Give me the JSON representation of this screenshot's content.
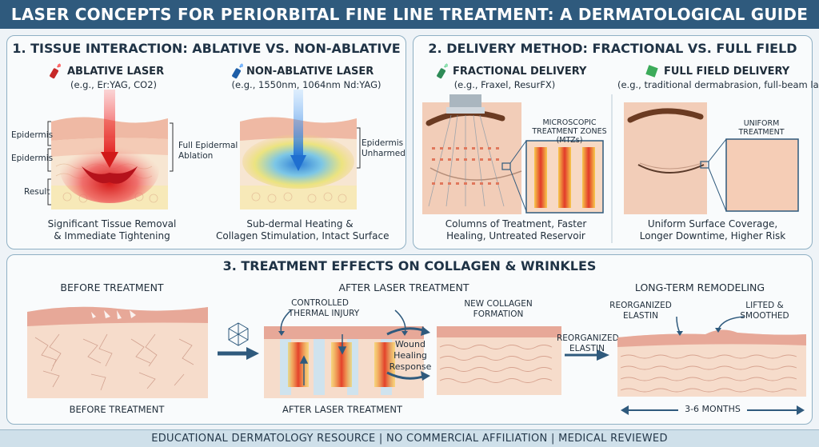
{
  "title": "LASER CONCEPTS FOR PERIORBITAL FINE LINE TREATMENT: A DERMATOLOGICAL GUIDE",
  "section1": {
    "title": "1. TISSUE INTERACTION: ABLATIVE VS. NON-ABLATIVE",
    "ablative": {
      "name": "ABLATIVE LASER",
      "examples": "(e.g., Er:YAG, CO2)",
      "layer_labels": [
        "Epidermis",
        "Epidermis",
        "Result"
      ],
      "side_label_1": "Full Epidermal",
      "side_label_2": "Ablation",
      "caption_1": "Significant Tissue Removal",
      "caption_2": "& Immediate Tightening"
    },
    "non_ablative": {
      "name": "NON-ABLATIVE LASER",
      "examples": "(e.g., 1550nm, 1064nm Nd:YAG)",
      "side_label_1": "Epidermis",
      "side_label_2": "Unharmed",
      "caption_1": "Sub-dermal Heating &",
      "caption_2": "Collagen Stimulation, Intact Surface"
    }
  },
  "section2": {
    "title": "2. DELIVERY METHOD: FRACTIONAL VS. FULL FIELD",
    "fractional": {
      "name": "FRACTIONAL DELIVERY",
      "examples": "(e.g., Fraxel, ResurFX)",
      "zone_label_1": "MICROSCOPIC",
      "zone_label_2": "TREATMENT ZONES",
      "zone_label_3": "(MTZs)",
      "caption_1": "Columns of Treatment, Faster",
      "caption_2": "Healing, Untreated Reservoir"
    },
    "full_field": {
      "name": "FULL FIELD DELIVERY",
      "examples": "(e.g., traditional dermabrasion, full-beam laser)",
      "zone_label_1": "UNIFORM",
      "zone_label_2": "TREATMENT",
      "caption_1": "Uniform Surface Coverage,",
      "caption_2": "Longer Downtime, Higher Risk"
    }
  },
  "section3": {
    "title": "3. TREATMENT EFFECTS ON COLLAGEN & WRINKLES",
    "before_heading": "BEFORE TREATMENT",
    "after_heading": "AFTER LASER TREATMENT",
    "remodel_heading": "LONG-TERM REMODELING",
    "thermal_1": "CONTROLLED",
    "thermal_2": "THERMAL INJURY",
    "new_collagen_1": "NEW COLLAGEN",
    "new_collagen_2": "FORMATION",
    "wound_1": "Wound",
    "wound_2": "Healing",
    "wound_3": "Response",
    "elastin_a_1": "REORGANIZED",
    "elastin_a_2": "ELASTIN",
    "elastin_b_1": "REORGANIZED",
    "elastin_b_2": "ELASTIN",
    "lifted_1": "LIFTED &",
    "lifted_2": "SMOOTHED",
    "before_caption": "BEFORE TREATMENT",
    "after_caption": "AFTER LASER TREATMENT",
    "duration": "3-6 MONTHS"
  },
  "footer": "EDUCATIONAL DERMATOLOGY RESOURCE | NO COMMERCIAL AFFILIATION | MEDICAL REVIEWED",
  "colors": {
    "header": "#2f5a7d",
    "ablative_red": "#e23a3a",
    "non_ablative_blue": "#2f7fd6",
    "fractional_green": "#2e8b57",
    "skin": "#f0c8b4",
    "dermis": "#f7e2cf"
  }
}
